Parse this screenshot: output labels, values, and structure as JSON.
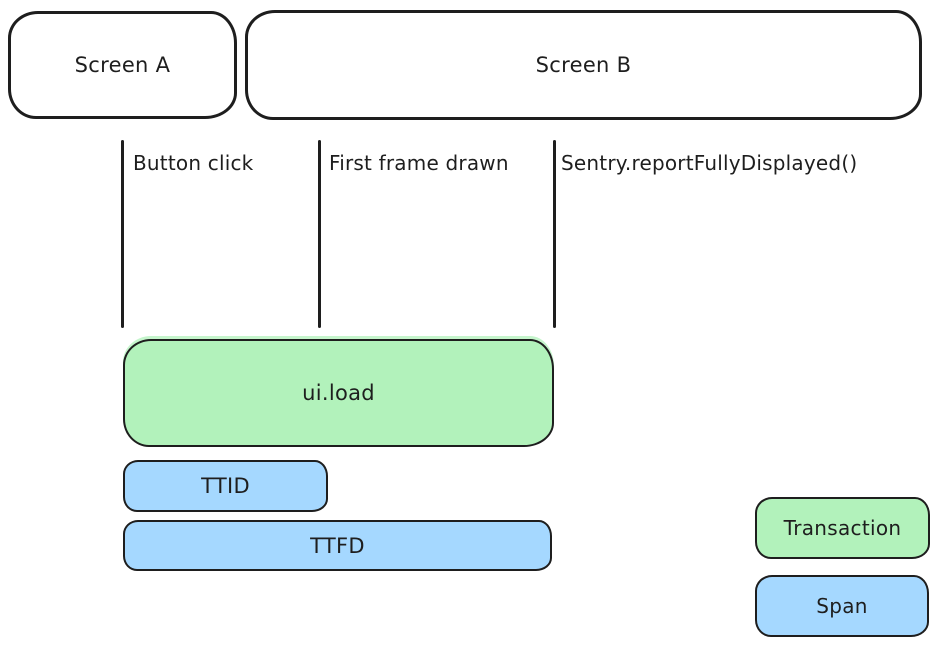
{
  "colors": {
    "ink": "#1e1e1e",
    "transaction_green": "#b2f2bb",
    "span_blue": "#a5d8ff",
    "background": "#ffffff"
  },
  "screens": {
    "screen_a": {
      "label": "Screen A"
    },
    "screen_b": {
      "label": "Screen B"
    }
  },
  "markers": [
    {
      "label": "Button click"
    },
    {
      "label": "First frame drawn"
    },
    {
      "label": "Sentry.reportFullyDisplayed()"
    }
  ],
  "bars": {
    "transaction": {
      "label": "ui.load",
      "kind": "transaction"
    },
    "ttid": {
      "label": "TTID",
      "kind": "span"
    },
    "ttfd": {
      "label": "TTFD",
      "kind": "span"
    }
  },
  "legend": [
    {
      "label": "Transaction",
      "kind": "transaction"
    },
    {
      "label": "Span",
      "kind": "span"
    }
  ]
}
